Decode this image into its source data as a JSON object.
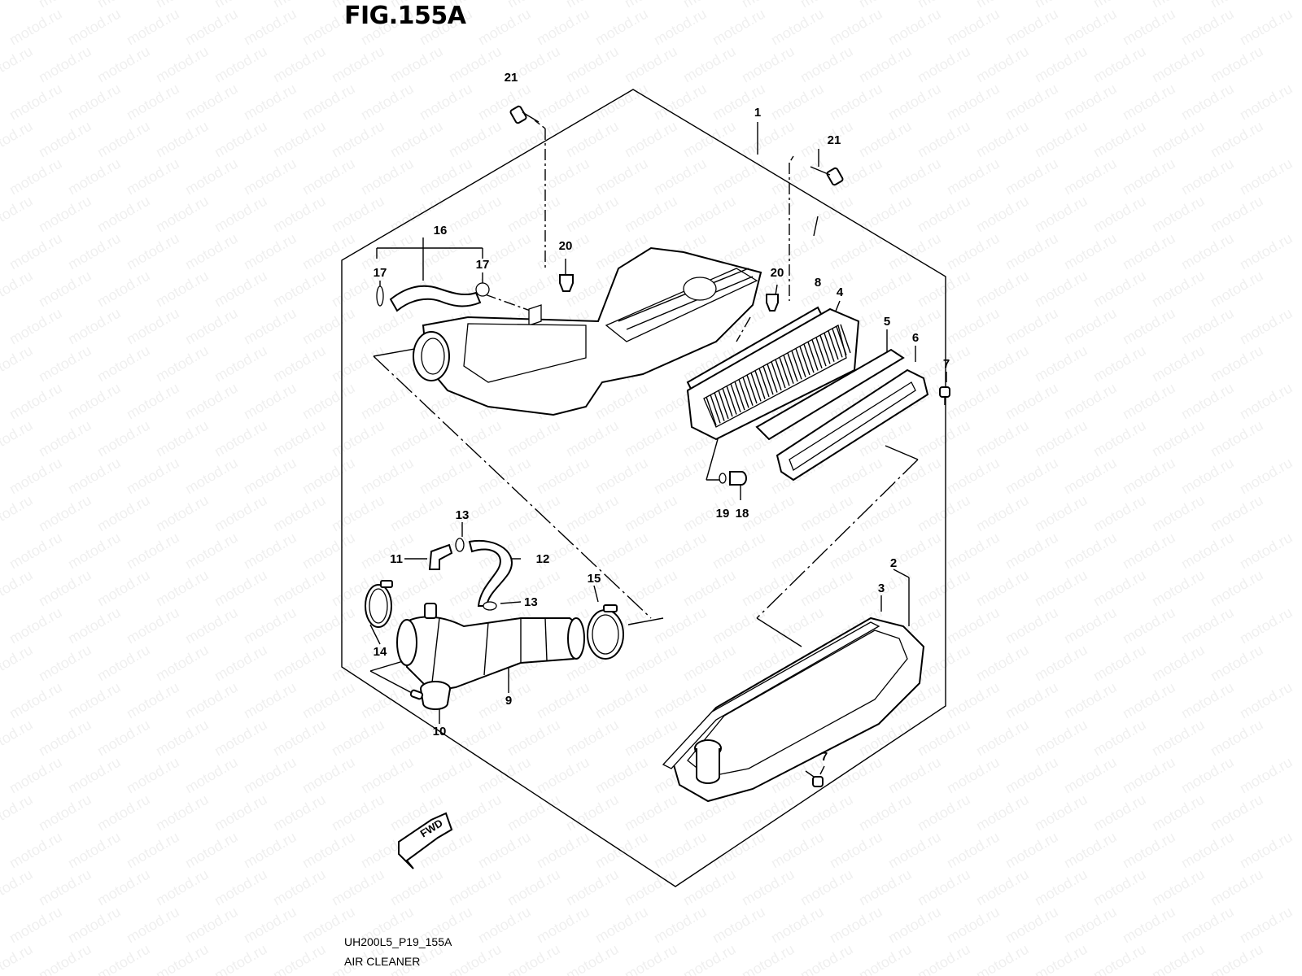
{
  "figure": {
    "title": "FIG.155A",
    "code": "UH200L5_P19_155A",
    "name": "AIR CLEANER",
    "watermark": "motod.ru",
    "fwd_label": "FWD"
  },
  "callouts": [
    {
      "id": "c21a",
      "label": "21"
    },
    {
      "id": "c1",
      "label": "1"
    },
    {
      "id": "c21b",
      "label": "21"
    },
    {
      "id": "c16",
      "label": "16"
    },
    {
      "id": "c17a",
      "label": "17"
    },
    {
      "id": "c17b",
      "label": "17"
    },
    {
      "id": "c20a",
      "label": "20"
    },
    {
      "id": "c20b",
      "label": "20"
    },
    {
      "id": "c8",
      "label": "8"
    },
    {
      "id": "c4",
      "label": "4"
    },
    {
      "id": "c5",
      "label": "5"
    },
    {
      "id": "c6",
      "label": "6"
    },
    {
      "id": "c7a",
      "label": "7"
    },
    {
      "id": "c19",
      "label": "19"
    },
    {
      "id": "c18",
      "label": "18"
    },
    {
      "id": "c13a",
      "label": "13"
    },
    {
      "id": "c11",
      "label": "11"
    },
    {
      "id": "c12",
      "label": "12"
    },
    {
      "id": "c13b",
      "label": "13"
    },
    {
      "id": "c15",
      "label": "15"
    },
    {
      "id": "c2",
      "label": "2"
    },
    {
      "id": "c3",
      "label": "3"
    },
    {
      "id": "c14",
      "label": "14"
    },
    {
      "id": "c9",
      "label": "9"
    },
    {
      "id": "c10",
      "label": "10"
    },
    {
      "id": "c7b",
      "label": "7"
    }
  ]
}
